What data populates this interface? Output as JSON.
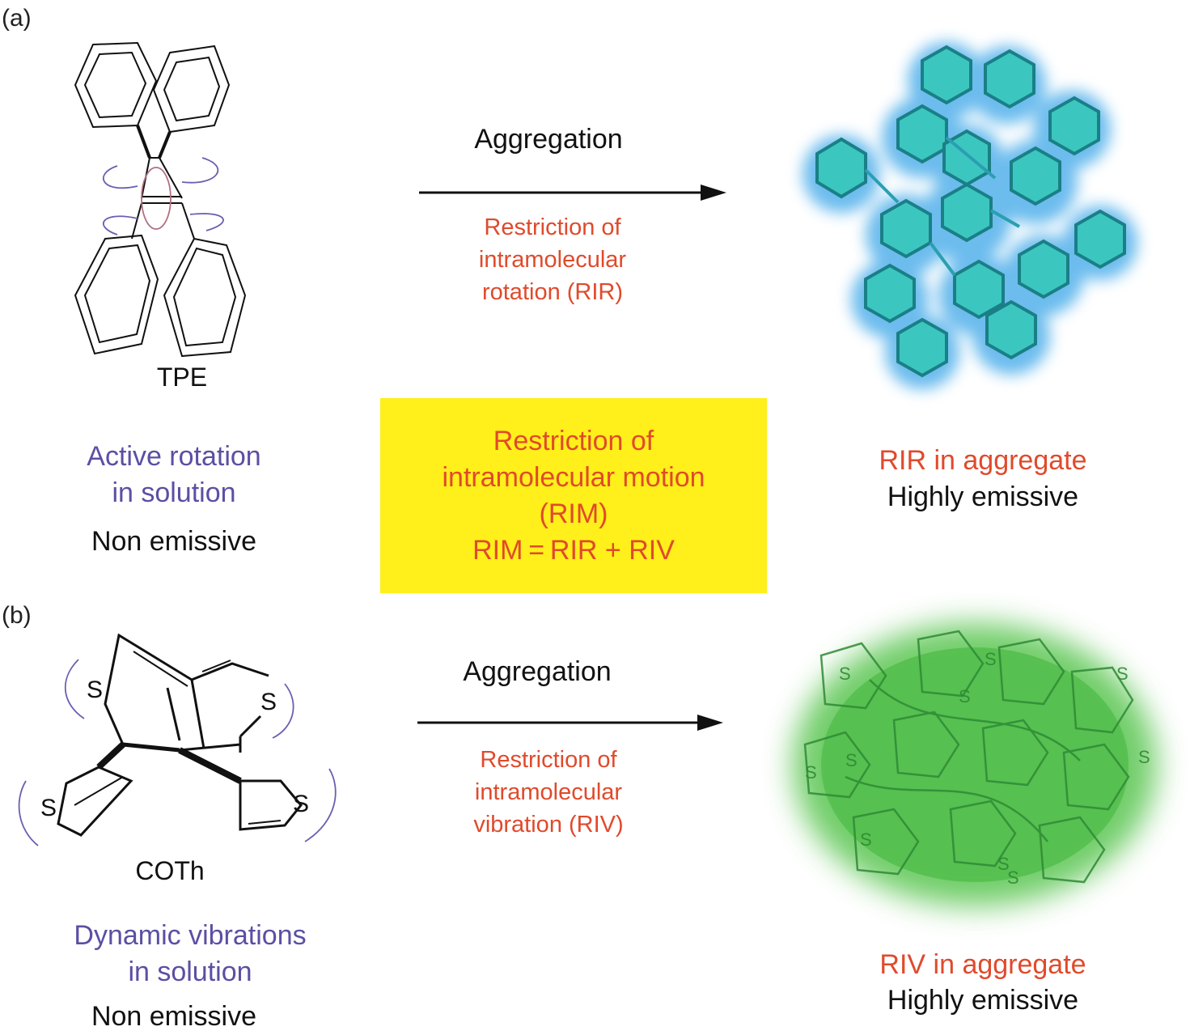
{
  "panel_a": {
    "label": "(a)",
    "molecule_name": "TPE",
    "state_line1": "Active rotation",
    "state_line2": "in solution",
    "emission": "Non emissive",
    "arrow_label": "Aggregation",
    "mechanism_line1": "Restriction of",
    "mechanism_line2": "intramolecular",
    "mechanism_line3": "rotation (RIR)",
    "aggregate_state": "RIR in aggregate",
    "aggregate_emission": "Highly emissive"
  },
  "panel_b": {
    "label": "(b)",
    "molecule_name": "COTh",
    "state_line1": "Dynamic vibrations",
    "state_line2": "in solution",
    "emission": "Non emissive",
    "arrow_label": "Aggregation",
    "mechanism_line1": "Restriction of",
    "mechanism_line2": "intramolecular",
    "mechanism_line3": "vibration (RIV)",
    "aggregate_state": "RIV in aggregate",
    "aggregate_emission": "Highly emissive",
    "sulfur_label": "S"
  },
  "rim_box": {
    "line1": "Restriction of",
    "line2": "intramolecular motion",
    "line3": "(RIM)",
    "line4": "RIM = RIR + RIV"
  },
  "colors": {
    "mechanism_text": "#e04a2b",
    "state_text": "#5b4fa3",
    "highlight_box": "#ffef1a",
    "rir_aggregate_fill": "#3fc9c4",
    "rir_aggregate_glow": "#3aa6e8",
    "riv_aggregate_fill": "#4cc24a"
  }
}
